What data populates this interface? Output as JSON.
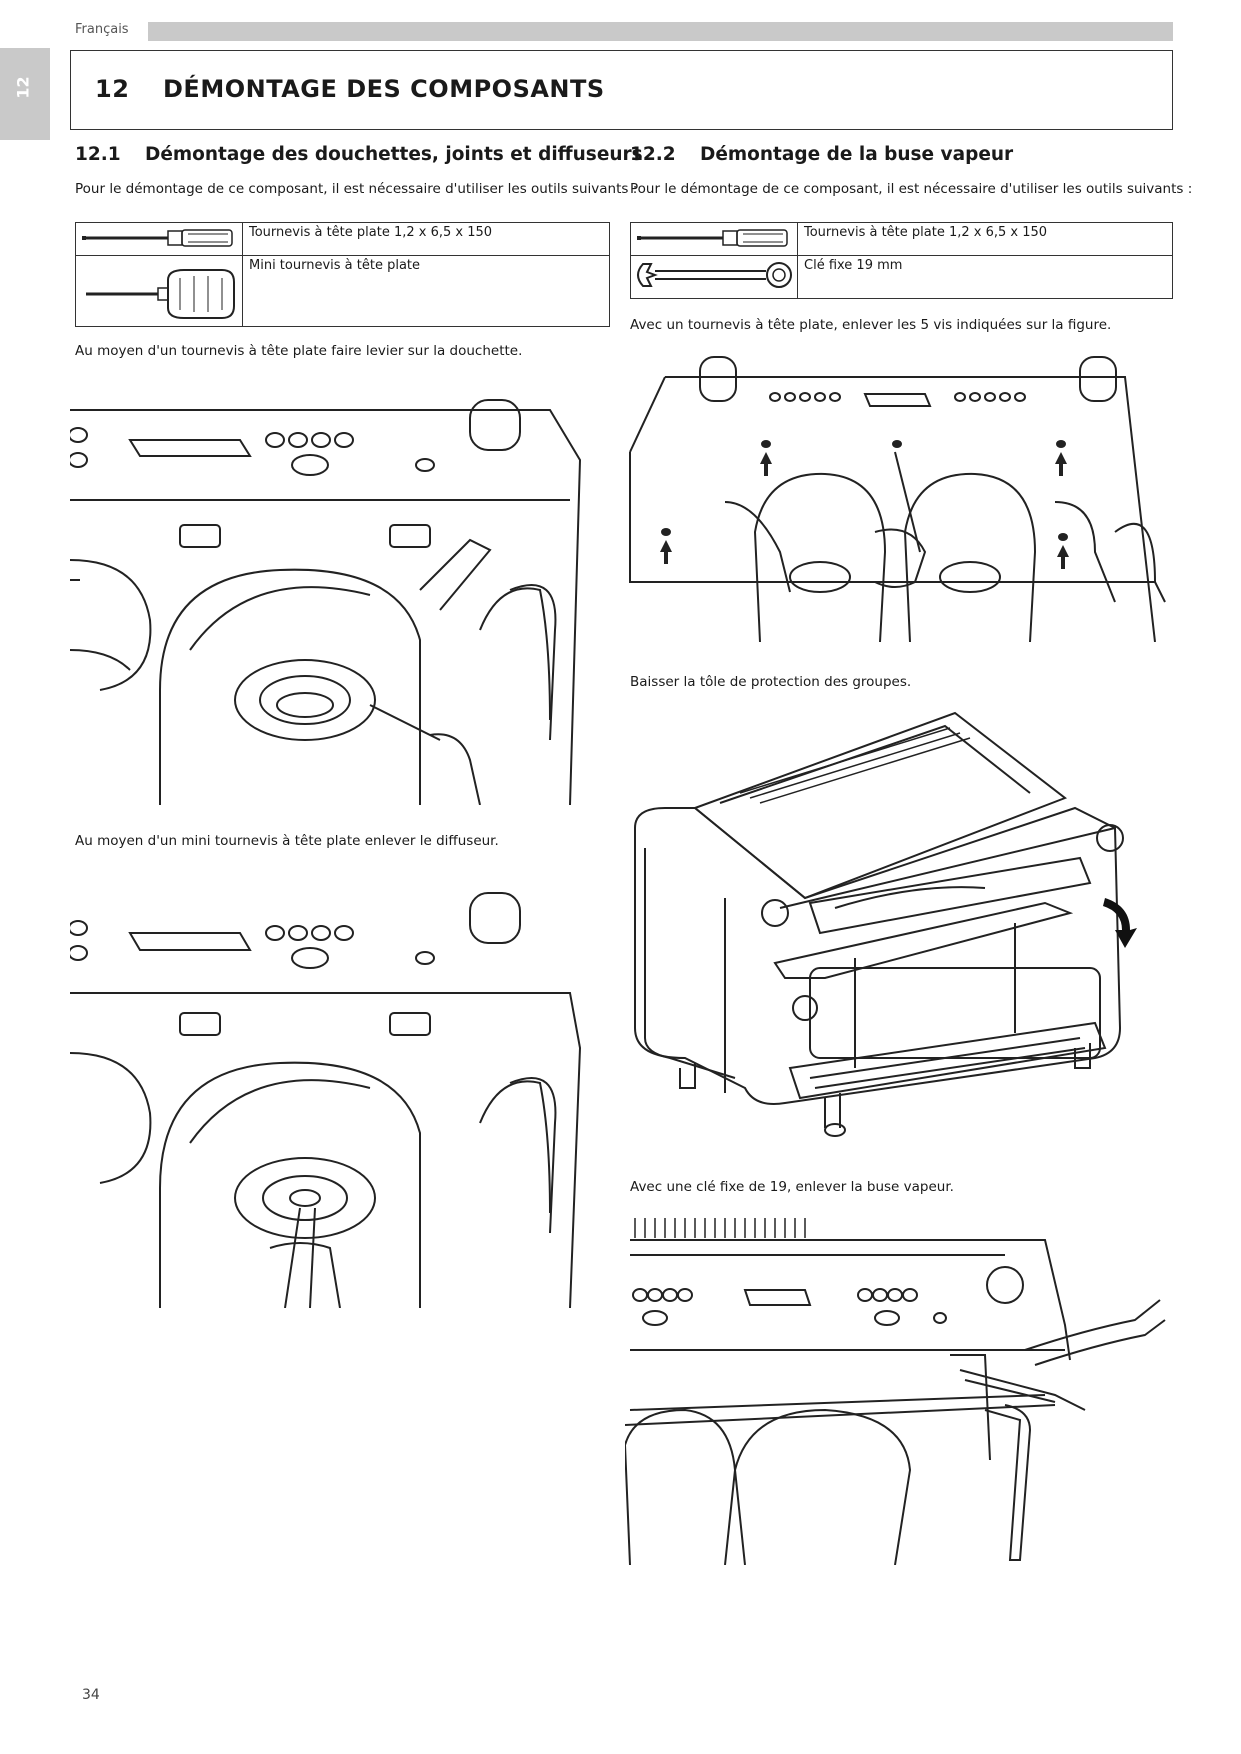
{
  "header": {
    "language": "Français",
    "side_tab": "12"
  },
  "chapter": {
    "number": "12",
    "title": "DÉMONTAGE DES COMPOSANTS"
  },
  "sections": [
    {
      "number": "12.1",
      "title": "Démontage des douchettes, joints et diffuseurs",
      "intro": "Pour le démontage de ce composant, il est nécessaire d'utiliser les outils suivants :",
      "tools": [
        {
          "icon": "flat-screwdriver-icon",
          "label": "Tournevis à tête plate 1,2 x 6,5 x 150"
        },
        {
          "icon": "mini-screwdriver-icon",
          "label": "Mini tournevis à tête plate"
        }
      ],
      "steps": [
        "Au moyen d'un tournevis à tête plate faire levier sur la douchette.",
        "Au moyen d'un mini tournevis à tête plate enlever le diffuseur."
      ]
    },
    {
      "number": "12.2",
      "title": "Démontage de la buse vapeur",
      "intro": "Pour le démontage de ce composant, il est nécessaire d'utiliser les outils suivants :",
      "tools": [
        {
          "icon": "flat-screwdriver-icon",
          "label": "Tournevis à tête plate 1,2 x 6,5 x 150"
        },
        {
          "icon": "wrench-icon",
          "label": "Clé fixe 19 mm"
        }
      ],
      "steps": [
        "Avec un tournevis à tête plate, enlever les 5 vis indiquées sur la figure.",
        "Baisser la tôle de protection des groupes.",
        "Avec une clé fixe de 19, enlever la buse vapeur."
      ]
    }
  ],
  "footer": {
    "page_number": "34"
  }
}
